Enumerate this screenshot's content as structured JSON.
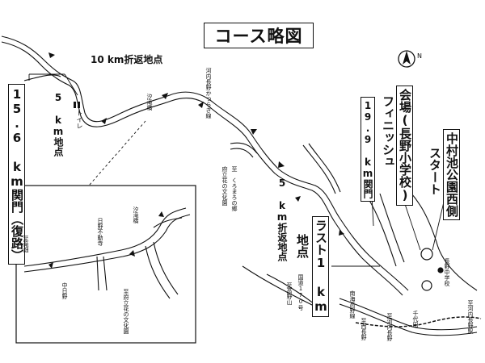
{
  "title": "コース略図",
  "labels": {
    "turn10": "10 km折返地点",
    "turn5": "5 km折返地点",
    "km5": "5 km地点",
    "gate156": "15.6 km関門",
    "return_road": "（復路）",
    "toilet": "トイレ",
    "gate199": "19.9 km関門",
    "venue": "会場(長野小学校)",
    "phoenix": "フィニッシュ",
    "start": "中村池公園西側",
    "start2": "スタート",
    "last1": "ラスト1 km",
    "last1b": "地点",
    "kawachi_road": "河内長野かつらぎ線",
    "shitaki": "汐滝橋",
    "kuromaro": "至　くろまろの郷",
    "kuromaro2": "府立花の文化園",
    "nagano_jhs": "長野中学校",
    "road170": "国道170号",
    "to_koya": "至高野山",
    "nankai": "南海高野線",
    "to_kawachi_st": "至河内長野駅",
    "to_sakai": "至河内長野",
    "to_nishi": "至西長野",
    "sengoku": "千代田",
    "inset_shitaki": "汐滝橋",
    "inset_hino": "日野不動寺",
    "inset_to_takigahata": "至滝畑",
    "inset_to_hanano": "至府立花の文化園",
    "inset_nakahino": "中日野"
  },
  "icons": {
    "compass": "north-arrow-icon"
  }
}
